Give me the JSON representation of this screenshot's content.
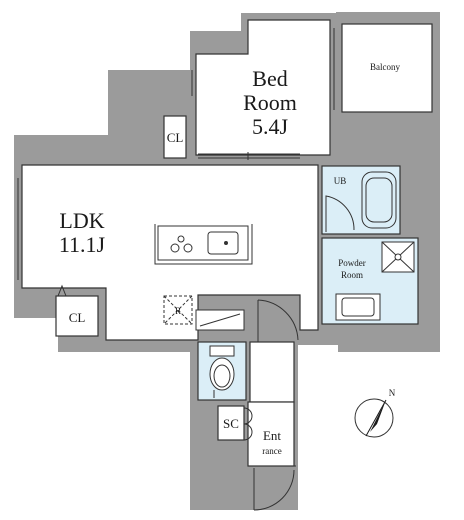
{
  "rooms": {
    "bed_line1": "Bed",
    "bed_line2": "Room",
    "bed_size": "5.4J",
    "balcony": "Balcony",
    "ldk": "LDK",
    "ldk_size": "11.1J",
    "cl_top": "CL",
    "cl_bottom": "CL",
    "ub": "UB",
    "powder_line1": "Powder",
    "powder_line2": "Room",
    "fridge": "R",
    "sc": "SC",
    "entrance_line1": "Ent",
    "entrance_line2": "rance"
  },
  "compass": {
    "label": "N"
  },
  "colors": {
    "wall": "#9b9b9b",
    "wet_area": "#dbeef7",
    "line": "#333333",
    "floor": "#ffffff"
  }
}
